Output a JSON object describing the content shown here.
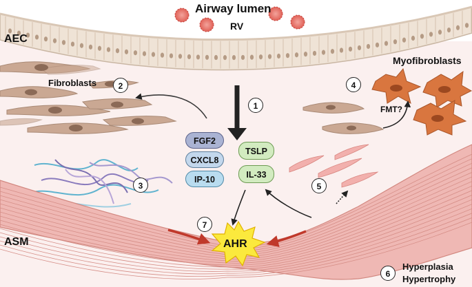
{
  "labels": {
    "airway_lumen": "Airway lumen",
    "rv": "RV",
    "aec": "AEC",
    "fibroblasts": "Fibroblasts",
    "myofibroblasts": "Myofibroblasts",
    "fmt": "FMT?",
    "asm": "ASM",
    "ahr": "AHR",
    "hyperplasia": "Hyperplasia",
    "hypertrophy": "Hypertrophy"
  },
  "mediators_left": [
    "FGF2",
    "CXCL8",
    "IP-10"
  ],
  "mediators_right": [
    "TSLP",
    "IL-33"
  ],
  "steps": [
    "1",
    "2",
    "3",
    "4",
    "5",
    "6",
    "7"
  ],
  "colors": {
    "background": "#fbf0ef",
    "epithelium": "#ede0d3",
    "fibroblast": "#c9a58f",
    "myofibroblast": "#d8743e",
    "smooth_muscle": "#f0b8b5",
    "virus": "#e46860",
    "arrow_red": "#c0392b",
    "fgf2_fill": "#aab3d3",
    "cxcl8_fill": "#c3d7ec",
    "ip10_fill": "#b9dcef",
    "tslp_fill": "#d2ebc0",
    "il33_fill": "#d2ebc0",
    "ahr_burst": "#fbe93d"
  }
}
